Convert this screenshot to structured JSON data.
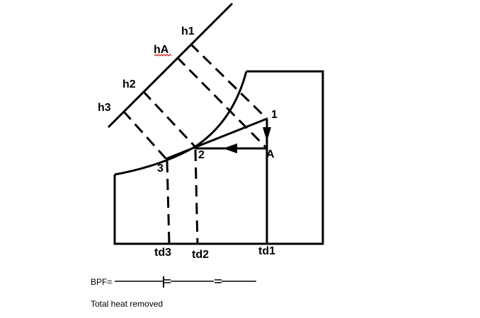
{
  "diagram": {
    "enthalpy_labels": {
      "h1": "h1",
      "hA": "hA",
      "h2": "h2",
      "h3": "h3"
    },
    "point_labels": {
      "p1": "1",
      "pA": "A",
      "p2": "2",
      "p3": "3"
    },
    "temp_labels": {
      "td1": "td1",
      "td2": "td2",
      "td3": "td3"
    },
    "stroke_color": "#000000",
    "spellcheck_color": "#cc0000"
  },
  "formula": {
    "bpf_label": "BPF=",
    "total_heat": "Total heat removed"
  }
}
